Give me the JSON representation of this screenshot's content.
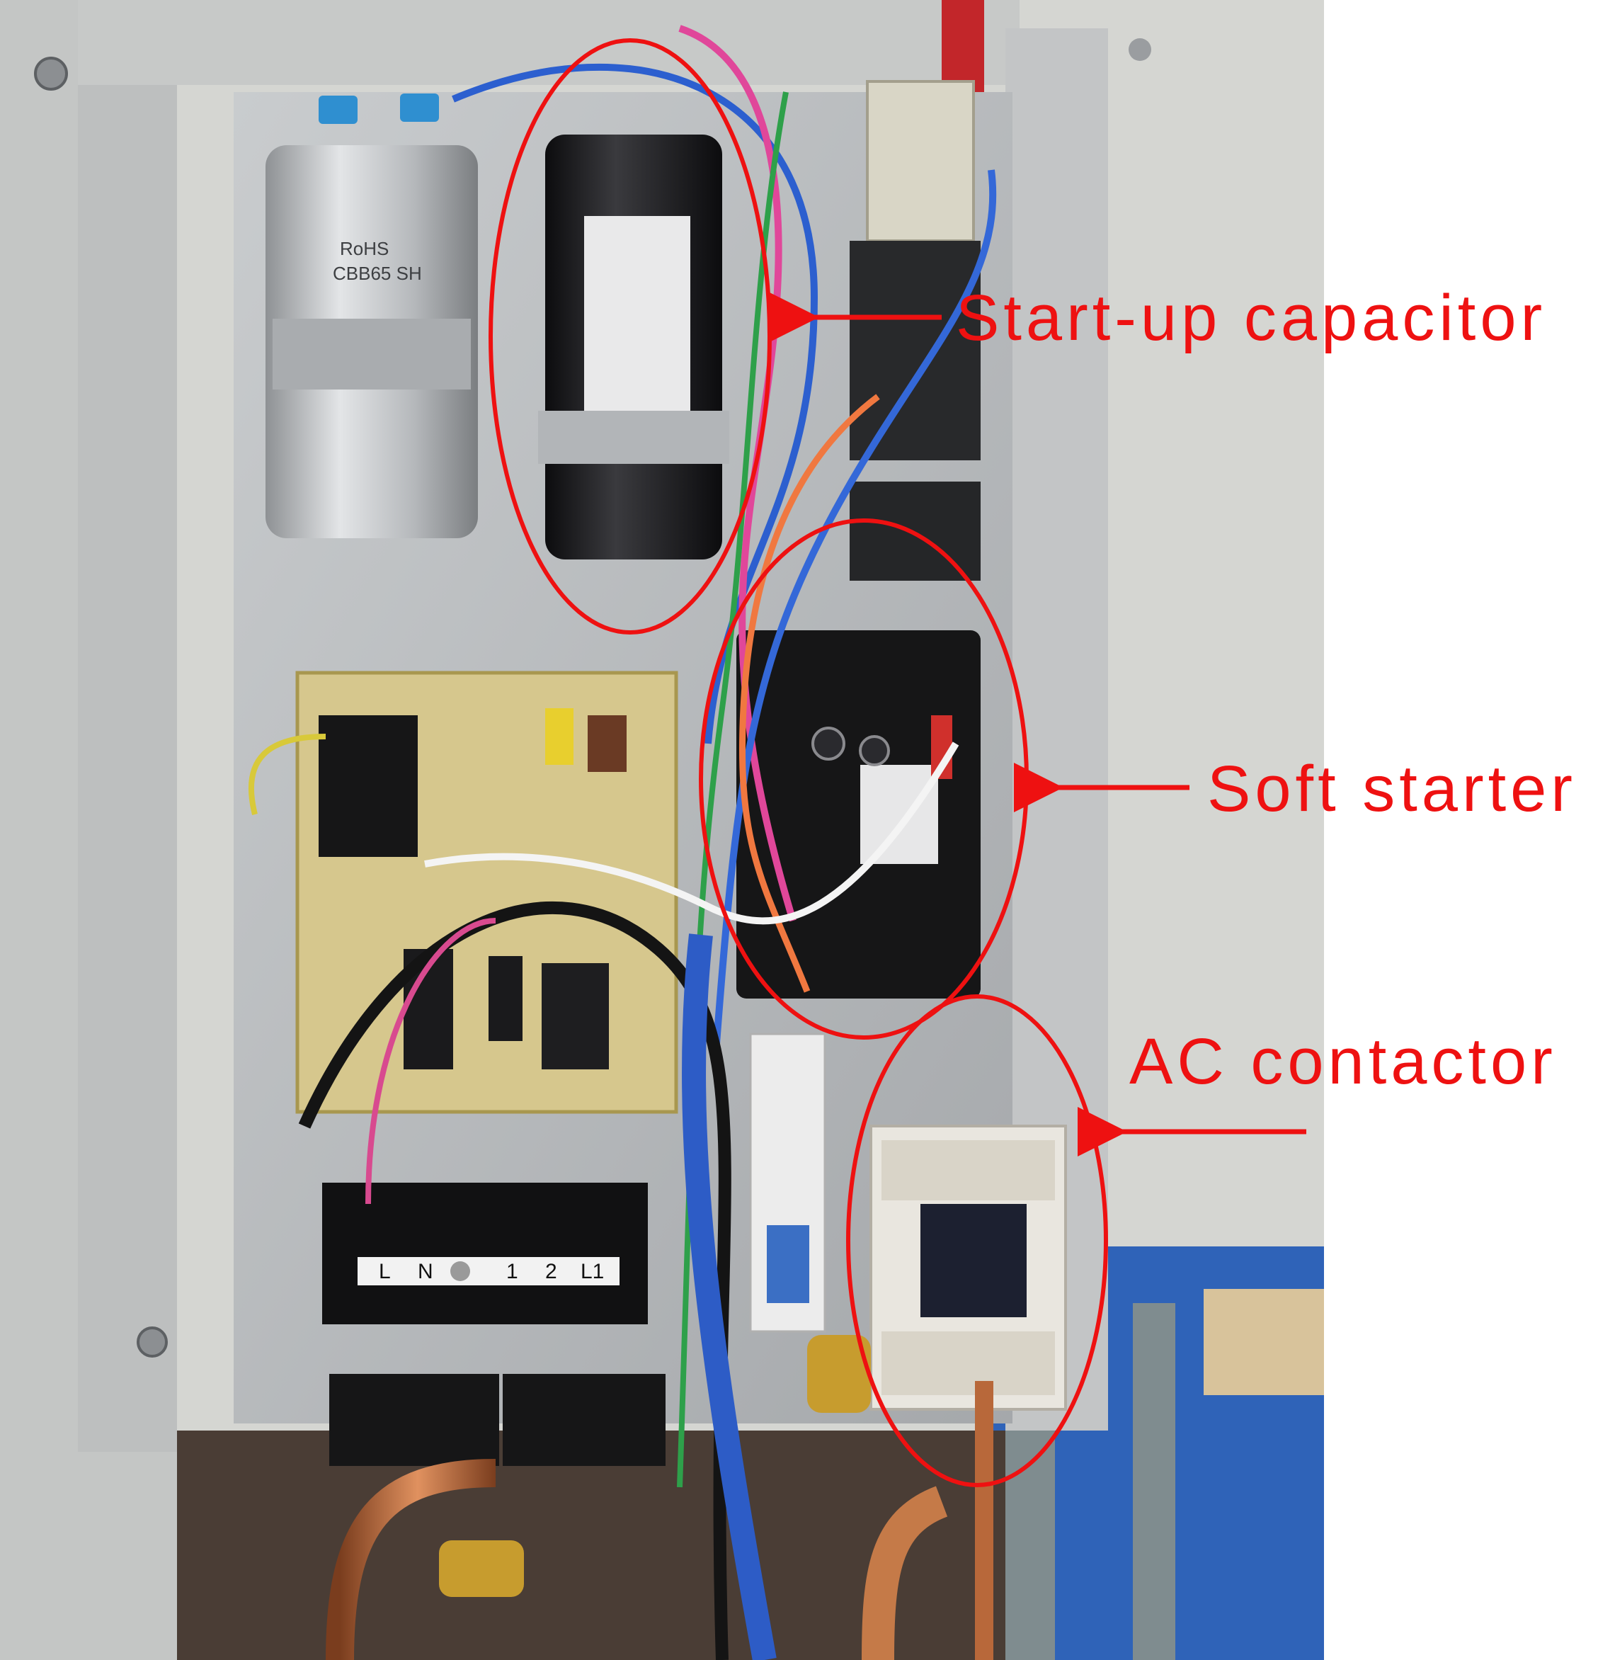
{
  "annotations": [
    {
      "id": "start-up-capacitor",
      "text": "Start-up capacitor"
    },
    {
      "id": "soft-starter",
      "text": "Soft starter"
    },
    {
      "id": "ac-contactor",
      "text": "AC contactor"
    }
  ],
  "terminal_labels": [
    "L",
    "N",
    "1",
    "2",
    "L1"
  ],
  "capacitor_print": [
    "RoHS",
    "CBB65 SH"
  ],
  "colors": {
    "annotation": "#ee1111",
    "panel": "#b9bcbe",
    "pcb": "#d7c88e",
    "capacitor_silver": "#c8cacc",
    "capacitor_black": "#1d1d1f",
    "blue_base": "#2f63b8",
    "copper": "#b8683a"
  }
}
